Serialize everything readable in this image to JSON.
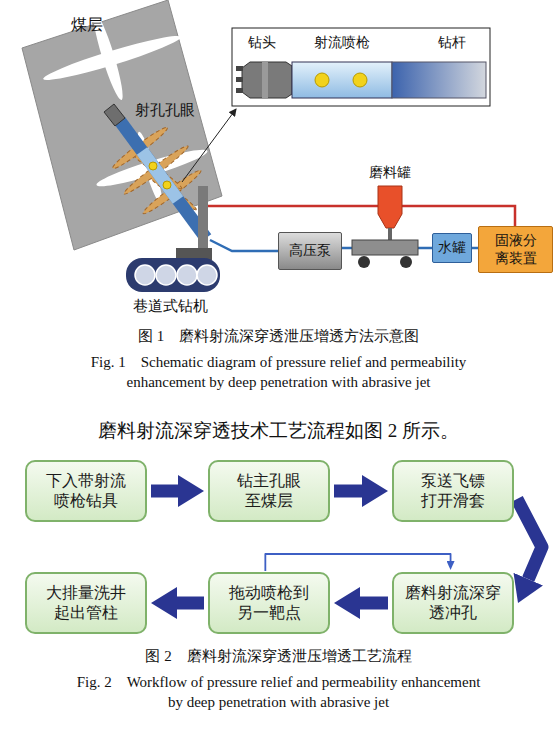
{
  "diagram": {
    "nodes": [
      {
        "text": [
          "高压泵"
        ]
      },
      {
        "text": [
          "水罐"
        ]
      },
      {
        "text": [
          "固液分离装置"
        ]
      },
      {
        "text": [
          "下入带射流喷枪钻具"
        ]
      },
      {
        "text": [
          "钻主孔眼至煤层"
        ]
      },
      {
        "text": [
          "泵送飞镖打开滑套"
        ]
      },
      {
        "text": [
          "磨料射流深穿透冲孔"
        ]
      },
      {
        "text": [
          "拖动喷枪到另一靶点"
        ]
      },
      {
        "text": [
          "大排量洗井起出管柱"
        ]
      }
    ],
    "edges": [
      {
        "from": 0,
        "to": 1,
        "arrow": "none"
      },
      {
        "from": 1,
        "to": 2,
        "arrow": "none"
      },
      {
        "from": 3,
        "to": 4,
        "arrow": "to"
      },
      {
        "from": 4,
        "to": 5,
        "arrow": "to"
      },
      {
        "from": 5,
        "to": 6,
        "arrow": "to"
      },
      {
        "from": 6,
        "to": 7,
        "arrow": "to"
      },
      {
        "from": 7,
        "to": 8,
        "arrow": "to"
      },
      {
        "from": 7,
        "to": 6,
        "arrow": "to"
      }
    ],
    "labels": [
      "煤层",
      "射孔孔眼",
      "钻头",
      "射流喷枪",
      "钻杆",
      "磨料罐",
      "巷道式钻机",
      "图 1　磨料射流深穿透泄压增透方法示意图",
      "Fig. 1　Schematic diagram of pressure relief and permeability enhancement by deep penetration with abrasive jet",
      "磨料射流深穿透技术工艺流程如图 2 所示。",
      "图 2　磨料射流深穿透泄压增透工艺流程",
      "Fig. 2　Workflow of pressure relief and permeability enhancement by deep penetration with abrasive jet"
    ]
  }
}
